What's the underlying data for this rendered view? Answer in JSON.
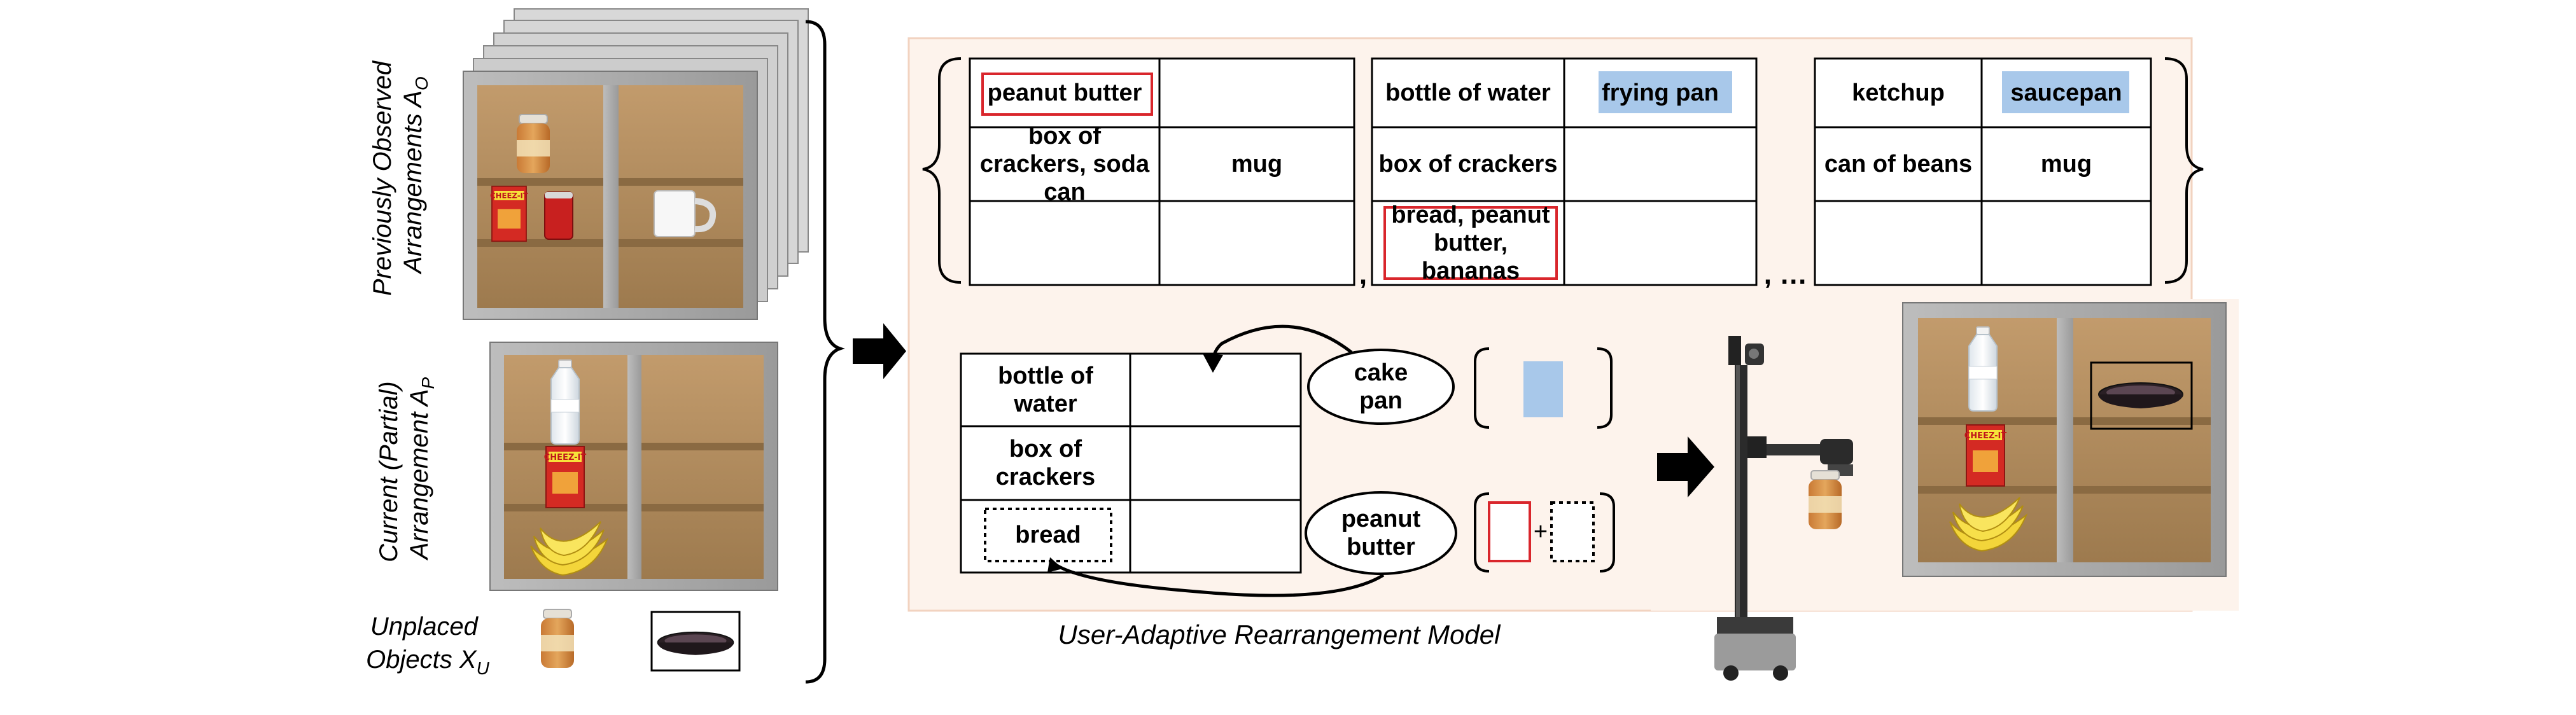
{
  "colors": {
    "panel_bg": "#fdf3ec",
    "panel_border": "#f2d3c0",
    "shelf_wood": "#b08a5c",
    "shelf_frame": "#a7a7a7",
    "highlight_blue": "#a8c8ea",
    "highlight_red": "#d9262c"
  },
  "left": {
    "observed_label": [
      "Previously Observed",
      "Arrangements A"
    ],
    "observed_sub": "O",
    "current_label": [
      "Current (Partial)",
      "Arrangement A"
    ],
    "current_sub": "P",
    "unplaced_label": [
      "Unplaced",
      "Objects X"
    ],
    "unplaced_sub": "U"
  },
  "shelf_items": {
    "observed": [
      "peanut-butter-jar",
      "cheezit-box",
      "soda-can",
      "mug"
    ],
    "current": [
      "water-bottle",
      "cheezit-box",
      "bananas"
    ],
    "unplaced": [
      "peanut-butter-jar",
      "frying-pan"
    ],
    "result": [
      "water-bottle",
      "cheezit-box",
      "bananas",
      "pan"
    ]
  },
  "observed_tables": [
    {
      "cells": [
        "peanut butter",
        "",
        "box of crackers, soda can",
        "mug",
        "",
        ""
      ]
    },
    {
      "cells": [
        "bottle of water",
        "frying pan",
        "box of crackers",
        "",
        "bread, peanut butter, bananas",
        ""
      ]
    },
    {
      "cells": [
        "ketchup",
        "saucepan",
        "can of beans",
        "mug",
        "",
        ""
      ]
    }
  ],
  "separators": {
    "comma": ",",
    "ellipsis": ", …"
  },
  "current_table": {
    "cells": [
      "bottle of water",
      "",
      "box of crackers",
      "",
      "bread",
      ""
    ]
  },
  "objects": {
    "cake_pan": "cake pan",
    "peanut_butter": "peanut butter",
    "plus": "+"
  },
  "caption": "User-Adaptive Rearrangement Model",
  "icons": {
    "arrow": "right-arrow",
    "robot": "robot-holding-jar"
  }
}
